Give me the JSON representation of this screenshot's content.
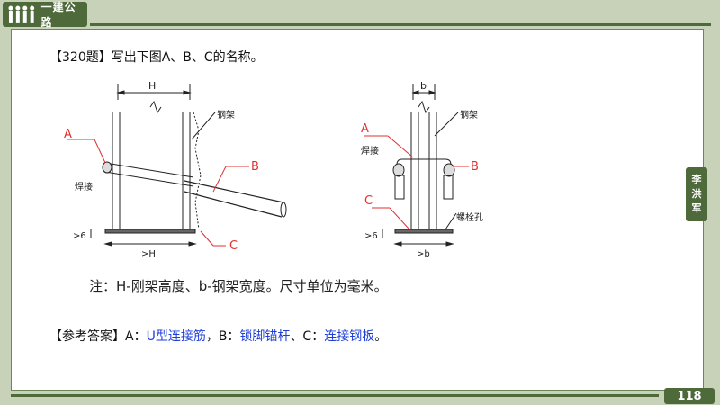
{
  "header": {
    "brand": "一建公路"
  },
  "question": {
    "title": "【320题】写出下图A、B、C的名称。"
  },
  "figure": {
    "left_labels": {
      "H": "H",
      "steel_frame": "钢架",
      "A": "A",
      "B": "B",
      "C": "C",
      "weld": "焊接",
      "gt6": ">6",
      "gtH": ">H"
    },
    "right_labels": {
      "b": "b",
      "steel_frame": "钢架",
      "A": "A",
      "B": "B",
      "C": "C",
      "weld": "焊接",
      "bolt_hole": "螺栓孔",
      "gt6": ">6",
      "gtb": ">b"
    },
    "note": "注：H-刚架高度、b-钢架宽度。尺寸单位为毫米。",
    "label_color": "#e03030"
  },
  "answer": {
    "prefix": "【参考答案】A：",
    "a_value": "U型连接筋",
    "b_sep": "，B：",
    "b_value": "锁脚锚杆",
    "c_sep": "、C：",
    "c_value": "连接钢板",
    "suffix": "。",
    "value_color": "#1f3fd9"
  },
  "side_tab": {
    "chars": [
      "李",
      "洪",
      "军"
    ]
  },
  "footer": {
    "page_number": "118"
  }
}
